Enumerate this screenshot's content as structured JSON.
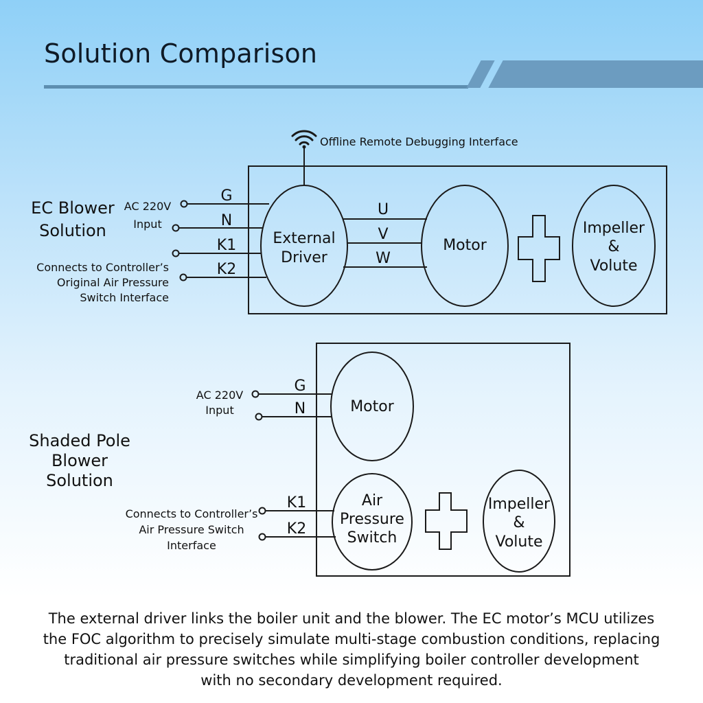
{
  "title": "Solution Comparison",
  "ec": {
    "label_lines": [
      "EC Blower",
      "Solution"
    ],
    "remote_interface": "Offline Remote Debugging Interface",
    "ac_input_lines": [
      "AC 220V",
      "Input"
    ],
    "controller_lines": [
      "Connects to Controller’s",
      "Original Air Pressure",
      "Switch Interface"
    ],
    "terminals": [
      "G",
      "N",
      "K1",
      "K2"
    ],
    "phases": [
      "U",
      "V",
      "W"
    ],
    "driver_lines": [
      "External",
      "Driver"
    ],
    "motor": "Motor",
    "impeller_lines": [
      "Impeller",
      "&",
      "Volute"
    ]
  },
  "sp": {
    "label_lines": [
      "Shaded Pole",
      "Blower",
      "Solution"
    ],
    "ac_input_lines": [
      "AC 220V",
      "Input"
    ],
    "controller_lines": [
      "Connects to Controller’s",
      "Air Pressure Switch",
      "Interface"
    ],
    "power_terminals": [
      "G",
      "N"
    ],
    "switch_terminals": [
      "K1",
      "K2"
    ],
    "motor": "Motor",
    "switch_lines": [
      "Air",
      "Pressure",
      "Switch"
    ],
    "impeller_lines": [
      "Impeller",
      "&",
      "Volute"
    ]
  },
  "caption_lines": [
    "The external driver links the boiler unit and the blower. The EC motor’s MCU utilizes",
    "the FOC algorithm to precisely simulate multi-stage combustion conditions, replacing",
    "traditional air pressure switches while simplifying boiler controller development",
    "with no secondary development required."
  ],
  "colors": {
    "line": "#1a1a1a",
    "title_band": "#6c9cc0",
    "title_rule": "#5d8eb0"
  }
}
